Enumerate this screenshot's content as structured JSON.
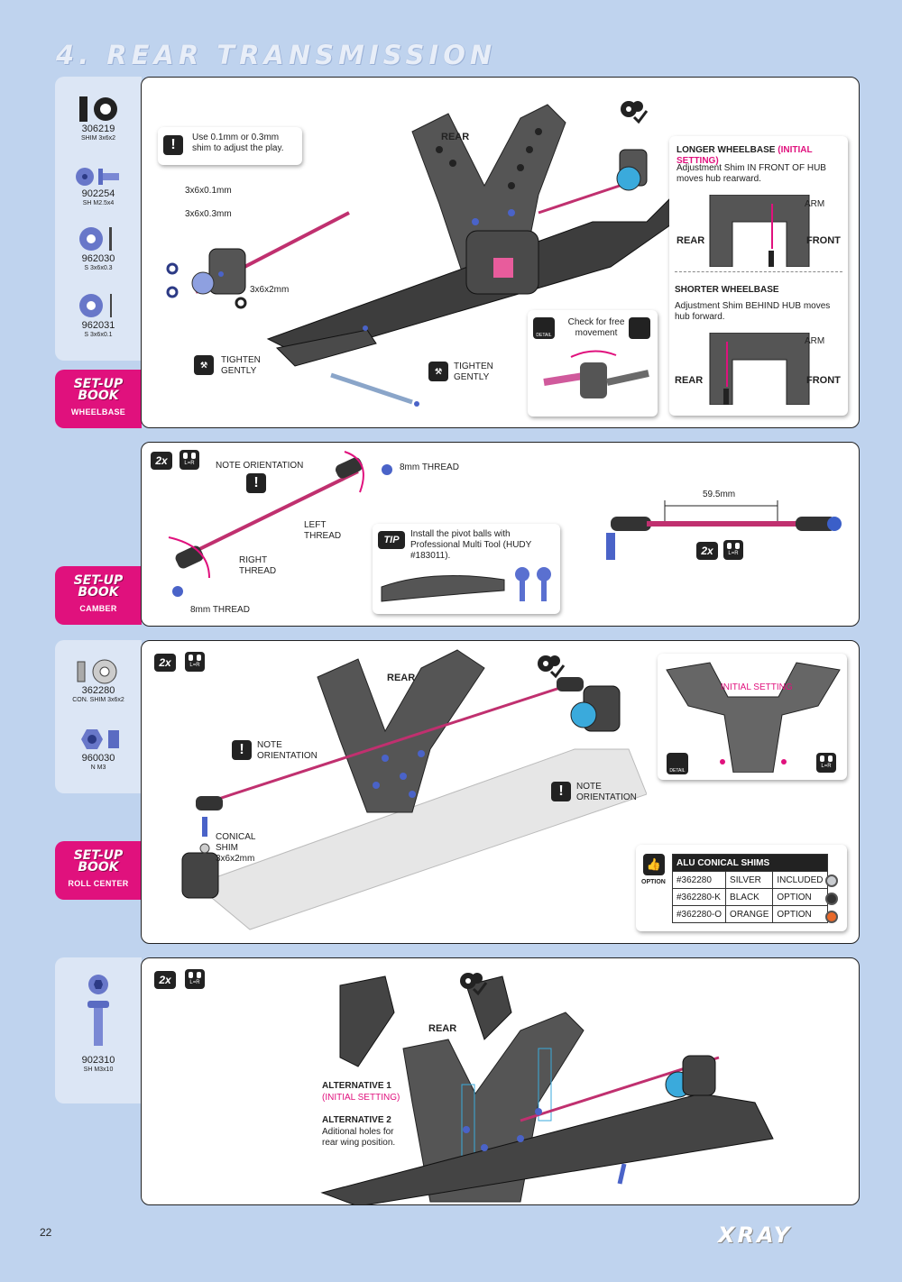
{
  "page": {
    "title": "4. REAR TRANSMISSION",
    "number": "22",
    "brand": "XRAY"
  },
  "parts": [
    {
      "code": "306219",
      "desc": "SHIM 3x6x2"
    },
    {
      "code": "902254",
      "desc": "SH M2.5x4"
    },
    {
      "code": "962030",
      "desc": "S 3x6x0.3"
    },
    {
      "code": "962031",
      "desc": "S 3x6x0.1"
    },
    {
      "code": "362280",
      "desc": "CON. SHIM 3x6x2"
    },
    {
      "code": "960030",
      "desc": "N M3"
    },
    {
      "code": "902310",
      "desc": "SH M3x10"
    }
  ],
  "setup_book": {
    "line1": "SET-UP",
    "line2": "BOOK",
    "tags": [
      "WHEELBASE",
      "CAMBER",
      "ROLL CENTER"
    ]
  },
  "panel1": {
    "note": "Use 0.1mm or 0.3mm shim to adjust the play.",
    "shim1": "3x6x0.1mm",
    "shim2": "3x6x0.3mm",
    "shim3": "3x6x2mm",
    "rear": "REAR",
    "tighten": "TIGHTEN GENTLY",
    "detail_label": "Check for free movement",
    "detail_badge": "DETAIL",
    "longer_title": "LONGER WHEELBASE",
    "longer_initial": "(INITIAL SETTING)",
    "longer_desc": "Adjustment Shim IN FRONT OF HUB moves hub rearward.",
    "shorter_title": "SHORTER WHEELBASE",
    "shorter_desc": "Adjustment Shim BEHIND HUB moves hub forward.",
    "arm": "ARM",
    "rear_label": "REAR",
    "front_label": "FRONT"
  },
  "panel2": {
    "count": "2x",
    "lr": "L=R",
    "note_orientation": "NOTE ORIENTATION",
    "thread_top": "8mm THREAD",
    "left_thread": "LEFT THREAD",
    "right_thread": "RIGHT THREAD",
    "thread_bottom": "8mm THREAD",
    "tip_badge": "TIP",
    "tip_text": "Install the pivot balls with Professional Multi Tool (HUDY #183011).",
    "length": "59.5mm"
  },
  "panel3": {
    "count": "2x",
    "lr": "L=R",
    "rear": "REAR",
    "note1": "NOTE ORIENTATION",
    "note2": "NOTE ORIENTATION",
    "conical": "CONICAL SHIM 3x6x2mm",
    "initial_setting": "INITIAL SETTING",
    "detail_badge": "DETAIL",
    "option_label": "OPTION",
    "table_title": "ALU CONICAL SHIMS",
    "rows": [
      {
        "code": "#362280",
        "color": "SILVER",
        "status": "INCLUDED",
        "swatch": "#c9ccd0"
      },
      {
        "code": "#362280-K",
        "color": "BLACK",
        "status": "OPTION",
        "swatch": "#333333"
      },
      {
        "code": "#362280-O",
        "color": "ORANGE",
        "status": "OPTION",
        "swatch": "#e8692a"
      }
    ]
  },
  "panel4": {
    "count": "2x",
    "lr": "L=R",
    "rear": "REAR",
    "alt1": "ALTERNATIVE 1",
    "alt1_initial": "(INITIAL SETTING)",
    "alt2": "ALTERNATIVE 2",
    "alt2_desc": "Aditional holes for rear wing position."
  },
  "colors": {
    "accent": "#e0117d",
    "panel_bg": "#bfd3ee",
    "sidebar": "#dce6f5",
    "blue_part": "#4a63c8"
  }
}
